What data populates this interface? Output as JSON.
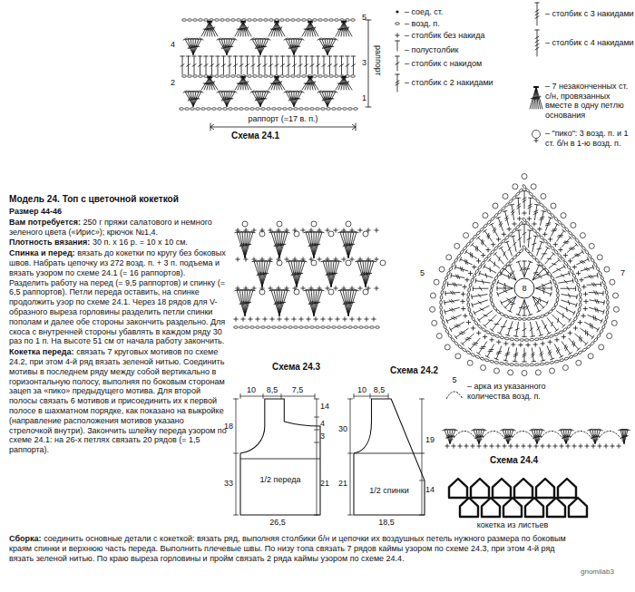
{
  "diagram": {
    "title": "Модель 24. Топ с цветочной кокеткой",
    "nodes": [
      {
        "text": [
          "1/2 переда"
        ]
      },
      {
        "text": [
          "1/2 спинки"
        ]
      }
    ],
    "labels": [
      "Схема 24.1",
      "раппорт (=17 в. п.)",
      "раппорт",
      "5",
      "3",
      "1",
      "4",
      "2",
      "Размер 44-46",
      "Вам потребуется:",
      "250 г пряжи салатового и немного зеленого цвета («Ирис»); крючок №1,4.",
      "Плотность вязания:",
      "30 п. х 16 р. = 10 х 10 см.",
      "Спинка и перед:",
      "вязать до кокетки по кругу без боковых швов. Набрать цепочку из 272 возд. п. + 3 п. подъема и вязать узором по схеме 24.1 (= 16 раппортов). Разделить работу на перед (= 9,5 раппортов) и спинку (= 6,5 раппортов). Петли переда оставить, на спинке продолжить узор по схеме 24.1. Через 18 рядов для V-образного выреза горловины разделить петли спинки пополам и далее обе стороны закончить раздельно. Для скоса с внутренней стороны убавлять в каждом ряду 30 раз по 1 п. На высоте 51 см от начала работу закончить.",
      "Кокетка переда:",
      "связать 7 круговых мотивов по схеме 24.2, при этом 4-й ряд вязать зеленой нитью. Соединить мотивы в последнем ряду между собой вертикально в горизонтальную полосу, выполняя по боковым сторонам зацеп за «пико» предыдущего мотива. Для второй полосы связать 6 мотивов и присоединить их к первой полосе в шахматном порядке, как показано на выкройке (направление расположения мотивов указано стрелочкой внутри). Закончить шлейку переда узором по схеме 24.1: на 26-х петлях связать 20 рядов (= 1,5 раппорта).",
      "Схема 24.3",
      "8",
      "5",
      "7",
      "Схема 24.2",
      "5",
      "Схема 24.4",
      "кокетка из листьев",
      "10",
      "8,5",
      "7,5",
      "18",
      "33",
      "14",
      "4",
      "3",
      "21",
      "26,5",
      "10",
      "8,5",
      "30",
      "21",
      "19",
      "14",
      "18,5",
      "Сборка:",
      "соединить основные детали с кокеткой: вязать ряд, выполняя столбики б/н и цепочки их воздушных петель нужного размера по боковым краям спинки и верхнюю часть переда. Выполнить плечевые швы. По низу топа связать 7 рядов каймы узором по схеме 24.3, при этом 4-й ряд вязать зеленой нитью. По краю выреза горловины и пройм связать 2 ряда каймы узором по схеме 24.4.",
      "gnomilab3"
    ],
    "legend": [
      {
        "text": "– соед. ст."
      },
      {
        "text": "– возд. п."
      },
      {
        "text": "– столбик без накида"
      },
      {
        "text": "– полустолбик"
      },
      {
        "text": "– столбик с накидом"
      },
      {
        "text": "– столбик с 2 накидами"
      },
      {
        "text": "– столбик с 3 накидами"
      },
      {
        "text": "– столбик с 4 накидами"
      },
      {
        "text": "– 7 незаконченных ст. с/н, провязанных вместе в одну петлю основания"
      },
      {
        "text": "– \"пико\": 3 возд. п. и 1 ст. б/н в 1-ю возд. п."
      },
      {
        "text": "– арка из указанного количества возд. п."
      }
    ]
  }
}
